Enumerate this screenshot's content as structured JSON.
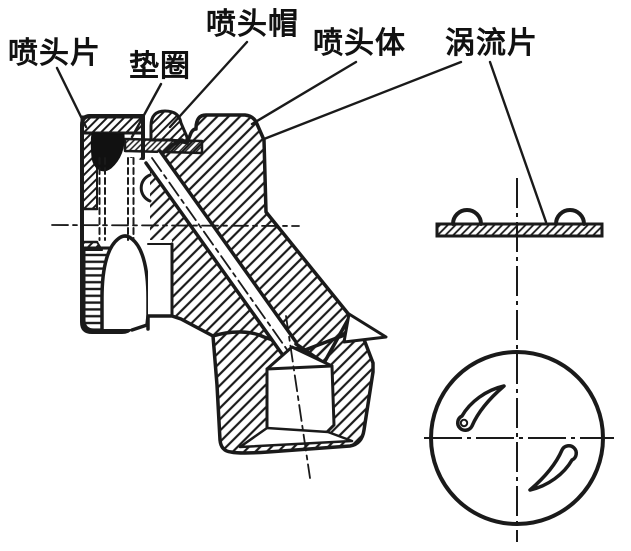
{
  "figure": {
    "title": "spray nozzle assembly cross-section",
    "background_color": "#ffffff",
    "line_color": "#1a1a1a"
  },
  "labels": {
    "nozzle_plate": "喷头片",
    "washer": "垫圈",
    "nozzle_cap": "喷头帽",
    "nozzle_body": "喷头体",
    "swirl_plate": "涡流片"
  }
}
